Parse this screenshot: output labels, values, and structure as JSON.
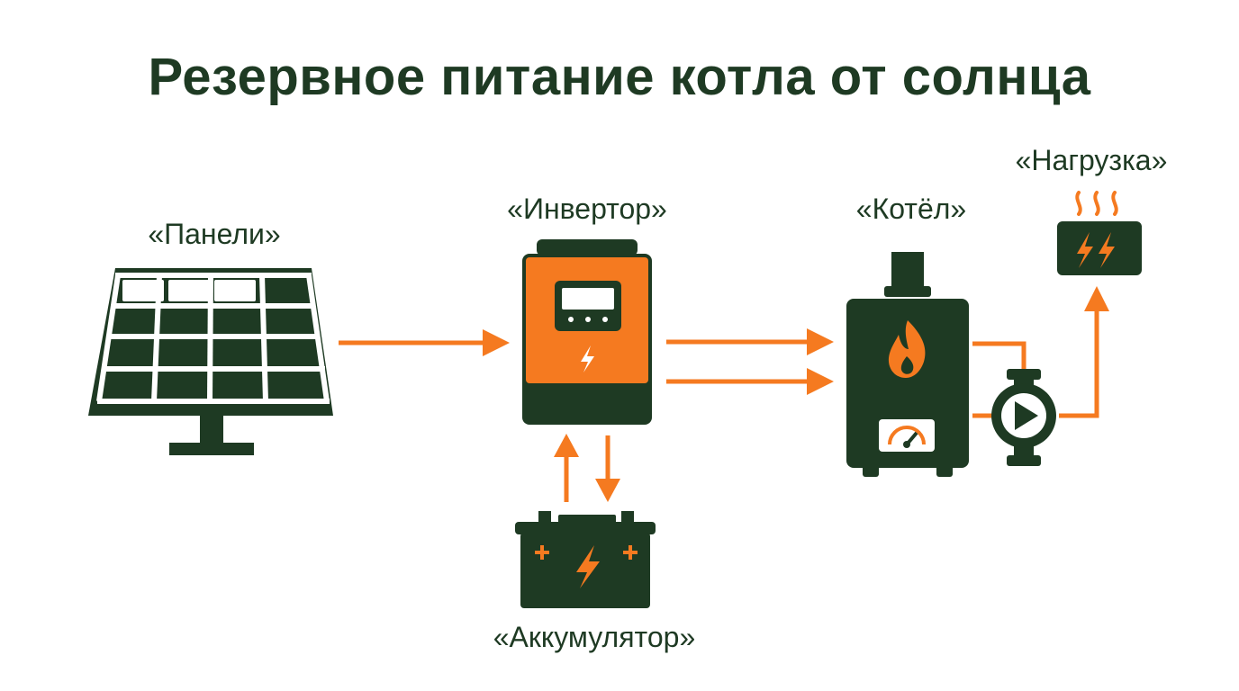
{
  "title": "Резервное питание котла от солнца",
  "labels": {
    "panels": "«Панели»",
    "inverter": "«Инвертор»",
    "boiler": "«Котёл»",
    "load": "«Нагрузка»",
    "battery": "«Аккумулятор»"
  },
  "colors": {
    "dark": "#1e3a23",
    "accent": "#f57a20",
    "background": "#ffffff"
  },
  "icons": [
    "solar-panel-icon",
    "inverter-icon",
    "battery-icon",
    "boiler-icon",
    "pump-icon",
    "heating-load-icon"
  ]
}
